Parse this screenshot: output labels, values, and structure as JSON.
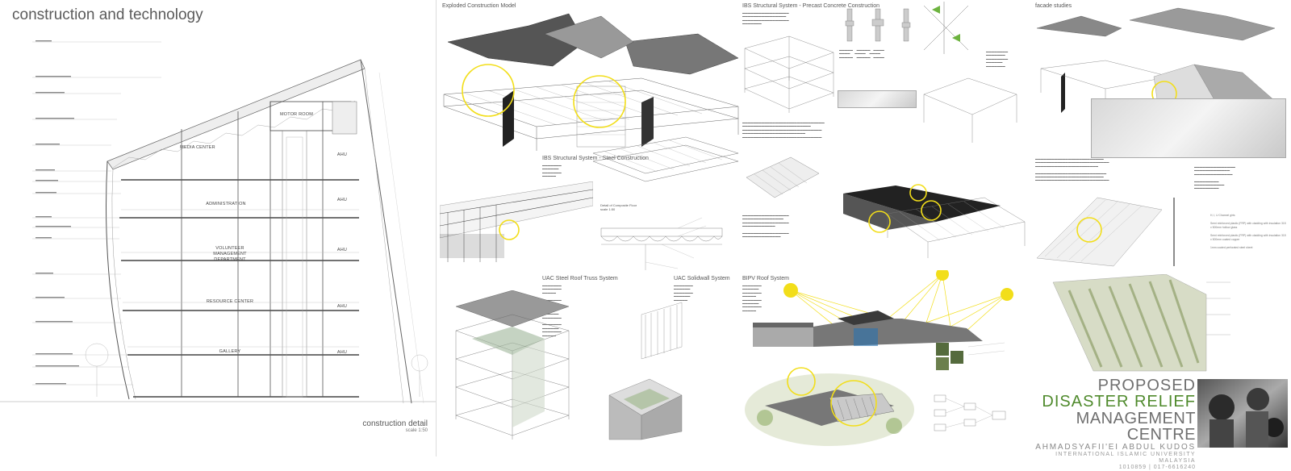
{
  "sheet": {
    "heading": "construction and technology",
    "section_label": "construction detail",
    "section_scale": "scale 1:50"
  },
  "section": {
    "rooms": [
      "MEDIA CENTER",
      "ADMINISTRATION",
      "VOLUNTEER\nMANAGEMENT\nDEPARTMENT",
      "RESOURCE CENTER",
      "GALLERY"
    ],
    "motor_room": "MOTOR ROOM",
    "ahu": [
      "AHU",
      "AHU",
      "AHU",
      "AHU",
      "AHU"
    ]
  },
  "panels": {
    "exploded": "Exploded Construction Model",
    "steel": "IBS Structural System - Steel Construction",
    "precast": "IBS Structural System - Precast Concrete Construction",
    "facade": "facade studies",
    "roof_truss": "UAC Steel Roof Truss System",
    "solidwall": "UAC Solidwall System",
    "bipv": "BIPV Roof System",
    "composite_floor": "Detail of Composite Floor",
    "composite_scale": "scale 1:50"
  },
  "facade_legend": [
    "H, I, U Channel girts",
    "Semi reinforced plastic (FRP) with cladding with insulation 315 x 500mm hollow glass",
    "Semi reinforced plastic (FRP) with cladding with insulation 315 x 500mm coated copper",
    "1mm coated perforated steel sheet"
  ],
  "title_block": {
    "line1": "PROPOSED",
    "line2": "DISASTER RELIEF",
    "line3": "MANAGEMENT CENTRE",
    "author": "AHMADSYAFII'EI ABDUL KUDOS",
    "university": "INTERNATIONAL ISLAMIC UNIVERSITY MALAYSIA",
    "contact": "1010859 | 017-6616240"
  },
  "colors": {
    "accent_green": "#4f8a2c",
    "highlight_yellow": "#f2de1a",
    "title_grey": "#6f6f6f"
  }
}
